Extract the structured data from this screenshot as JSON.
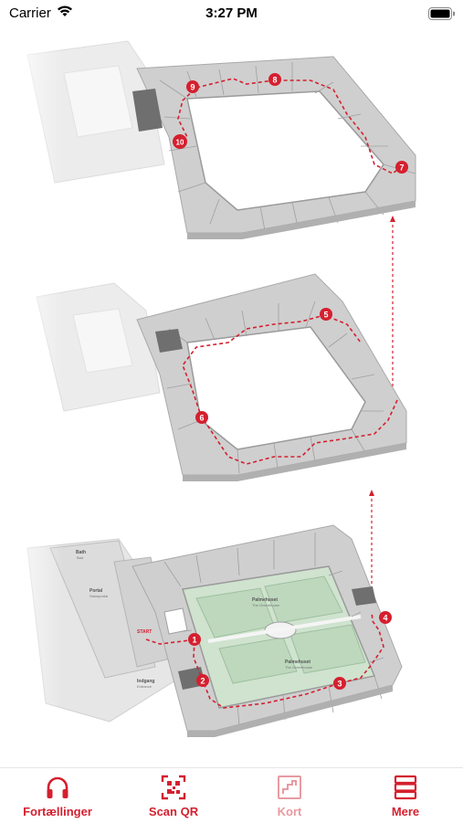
{
  "status_bar": {
    "carrier": "Carrier",
    "time": "3:27 PM"
  },
  "map": {
    "ground_floor": {
      "bath_label": "Bath",
      "bath_sub": "Bad",
      "portal_label": "Portal",
      "portal_sub": "Salonportal",
      "start_label": "START",
      "entrance_label": "Indgang",
      "entrance_sub": "Entrance",
      "palm_house_1": "Palmehuset",
      "palm_house_1_sub": "The Greenhouse",
      "palm_house_2": "Palmehuset",
      "palm_house_2_sub": "The Greenhouse"
    },
    "stops": [
      "1",
      "2",
      "3",
      "4",
      "5",
      "6",
      "7",
      "8",
      "9",
      "10"
    ]
  },
  "tab_bar": {
    "tabs": [
      {
        "label": "Fortællinger",
        "icon": "headphones-icon",
        "active": true
      },
      {
        "label": "Scan QR",
        "icon": "qr-code-icon",
        "active": true
      },
      {
        "label": "Kort",
        "icon": "stairs-map-icon",
        "active": false
      },
      {
        "label": "Mere",
        "icon": "menu-icon",
        "active": true
      }
    ]
  },
  "colors": {
    "accent": "#d4202f",
    "accent_inactive": "#e89aa1",
    "floor": "#d9d9d9",
    "wall": "#b5b5b5",
    "courtyard": "#cfe3cf"
  }
}
